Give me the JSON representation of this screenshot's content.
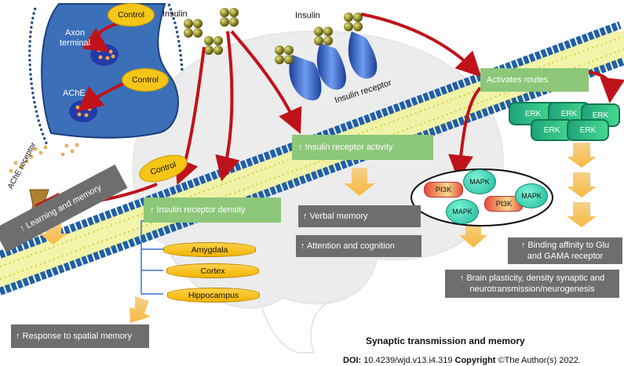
{
  "labels": {
    "insulin_left": "Insulin",
    "insulin_top": "Insulin",
    "insulin_receptor": "Insulin receptor",
    "axon_terminal": "Axon\nterminal",
    "ache": "AChE",
    "ache_receptor": "AChE receptor",
    "control_1": "Control",
    "control_2": "Control",
    "control_3": "Control"
  },
  "boxes": {
    "activates_routes": "Activates routes",
    "receptor_activity": "↑ Insulin receptor activity",
    "receptor_density": "↑ Insulin receptor density",
    "verbal_memory": "↑ Verbal memory",
    "attention": "↑ Attention and cognition",
    "learning": "↑ Learning and memory",
    "spatial": "↑ Response to spatial memory",
    "binding": "↑ Binding affinity to Glu\nand GAMA receptor",
    "plasticity": "↑ Brain plasticity, density synaptic and\nneurotransmission/neurogenesis"
  },
  "regions": [
    "Amygdala",
    "Cortex",
    "Hippocampus"
  ],
  "erk_labels": [
    "ERK",
    "ERK",
    "ERK",
    "ERK",
    "ERK"
  ],
  "signaling": {
    "pi3k_1": "PI3K",
    "pi3k_2": "PI3K",
    "mapk_1": "MAPK",
    "mapk_2": "MAPK",
    "mapk_3": "MAPK"
  },
  "caption": {
    "title": "Synaptic transmission and memory",
    "doi_label": "DOI:",
    "doi_value": "10.4239/wjd.v13.i4.319",
    "copyright_label": "Copyright",
    "copyright_value": "©The Author(s) 2022."
  },
  "colors": {
    "arrow_red": "#c0121b",
    "green_box": "#8dc77a",
    "gray_box": "#6e6e6e",
    "membrane_blue": "#1f5fa8",
    "gold": "#f5c518"
  }
}
